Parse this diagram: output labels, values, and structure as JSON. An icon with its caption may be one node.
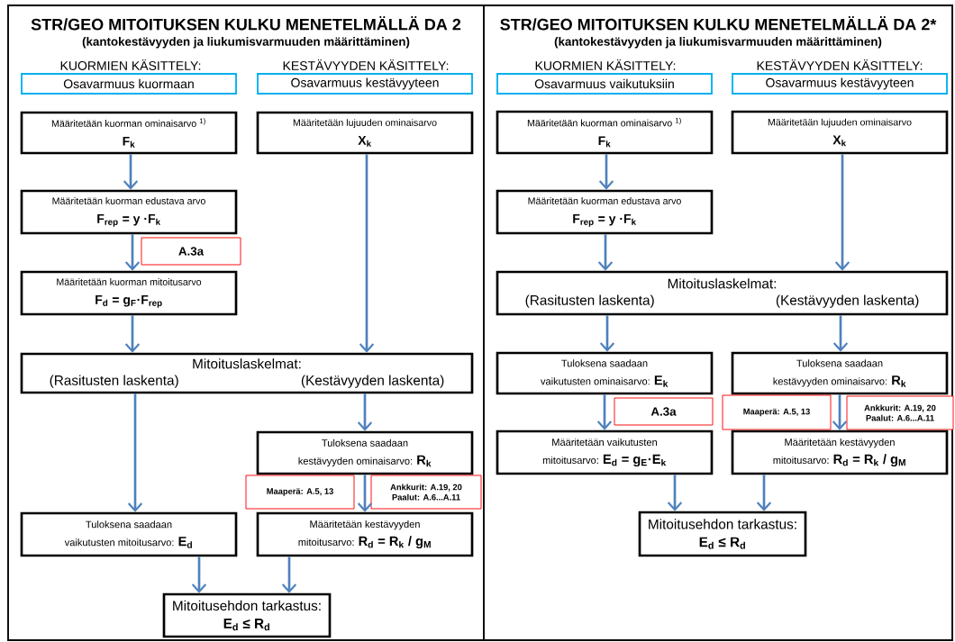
{
  "diagram": {
    "nodes": [
      {
        "text": [
          "STR/GEO MITOITUKSEN KULKU MENETELMÄLLÄ DA 2",
          "(kantokestävyyden ja liukumisvarmuuden määrittäminen)"
        ]
      },
      {
        "text": [
          "Osavarmuus kuormaan"
        ],
        "in": 0
      },
      {
        "text": [
          "Osavarmuus kestävyyteen"
        ],
        "in": 0
      },
      {
        "text": [
          "Määritetään kuorman ominaisarvo $^{1)}$",
          "F$_{k}$"
        ],
        "in": 0
      },
      {
        "text": [
          "Määritetään lujuuden ominaisarvo",
          "X$_{k}$"
        ],
        "in": 0
      },
      {
        "text": [
          "Määritetään kuorman edustava arvo",
          "F$_{rep}$ = y ·F$_{k}$"
        ],
        "in": 0
      },
      {
        "text": [
          "A.3a"
        ],
        "in": 0
      },
      {
        "text": [
          "Määritetään kuorman mitoitusarvo",
          "F$_{d}$ = g$_{F}$·F$_{rep}$"
        ],
        "in": 0
      },
      {
        "text": [
          "Mitoituslaskelmat:",
          "(Rasitusten laskenta)",
          "(Kestävyyden laskenta)"
        ],
        "in": 0
      },
      {
        "text": [
          "Tuloksena saadaan kestävyyden ominaisarvo:",
          "R$_{k}$"
        ],
        "in": 0
      },
      {
        "text": [
          "Maaperä: A.5, 13"
        ],
        "in": 0
      },
      {
        "text": [
          "Ankkurit: A.19, 20",
          "Paalut: A.6...A.11"
        ],
        "in": 0
      },
      {
        "text": [
          "Tuloksena saadaan vaikutusten mitoitusarvo:",
          "E$_{d}$"
        ],
        "in": 0
      },
      {
        "text": [
          "Määritetään kestävyyden mitoitusarvo:",
          "R$_{d}$ = R$_{k}$ / g$_{M}$"
        ],
        "in": 0
      },
      {
        "text": [
          "Mitoitusehdon tarkastus:",
          "E$_{d}$ ≤ R$_{d}$"
        ],
        "in": 0
      },
      {
        "text": [
          "STR/GEO MITOITUKSEN KULKU MENETELMÄLLÄ DA 2*",
          "(kantokestävyyden ja liukumisvarmuuden määrittäminen)"
        ]
      },
      {
        "text": [
          "Osavarmuus vaikutuksiin"
        ],
        "in": 15
      },
      {
        "text": [
          "Osavarmuus kestävyyteen"
        ],
        "in": 15
      },
      {
        "text": [
          "Määritetään kuorman ominaisarvo $^{1)}$",
          "F$_{k}$"
        ],
        "in": 15
      },
      {
        "text": [
          "Määritetään lujuuden ominaisarvo",
          "X$_{k}$"
        ],
        "in": 15
      },
      {
        "text": [
          "Määritetään kuorman edustava arvo",
          "F$_{rep}$ = y ·F$_{k}$"
        ],
        "in": 15
      },
      {
        "text": [
          "Mitoituslaskelmat:",
          "(Rasitusten laskenta)",
          "(Kestävyyden laskenta)"
        ],
        "in": 15
      },
      {
        "text": [
          "Tuloksena saadaan vaikutusten ominaisarvo:",
          "E$_{k}$"
        ],
        "in": 15
      },
      {
        "text": [
          "Tuloksena saadaan kestävyyden ominaisarvo:",
          "R$_{k}$"
        ],
        "in": 15
      },
      {
        "text": [
          "A.3a"
        ],
        "in": 15
      },
      {
        "text": [
          "Maaperä: A.5, 13"
        ],
        "in": 15
      },
      {
        "text": [
          "Ankkurit: A.19, 20",
          "Paalut: A.6...A.11"
        ],
        "in": 15
      },
      {
        "text": [
          "Määritetään vaikutusten mitoitusarvo:",
          "E$_{d}$ = g$_{E}$·E$_{k}$"
        ],
        "in": 15
      },
      {
        "text": [
          "Määritetään kestävyyden mitoitusarvo:",
          "R$_{d}$ = R$_{k}$ / g$_{M}$"
        ],
        "in": 15
      },
      {
        "text": [
          "Mitoitusehdon tarkastus:",
          "E$_{d}$ ≤ R$_{d}$"
        ],
        "in": 15
      }
    ],
    "edges": [
      {
        "from": 3,
        "to": 5,
        "arrow": "to"
      },
      {
        "from": 5,
        "to": 7,
        "arrow": "to"
      },
      {
        "from": 7,
        "to": 8,
        "arrow": "to"
      },
      {
        "from": 4,
        "to": 8,
        "arrow": "to"
      },
      {
        "from": 8,
        "to": 12,
        "arrow": "to"
      },
      {
        "from": 8,
        "to": 9,
        "arrow": "to"
      },
      {
        "from": 9,
        "to": 13,
        "arrow": "to"
      },
      {
        "from": 12,
        "to": 14,
        "arrow": "to"
      },
      {
        "from": 13,
        "to": 14,
        "arrow": "to"
      },
      {
        "from": 18,
        "to": 20,
        "arrow": "to"
      },
      {
        "from": 20,
        "to": 21,
        "arrow": "to"
      },
      {
        "from": 19,
        "to": 21,
        "arrow": "to"
      },
      {
        "from": 21,
        "to": 22,
        "arrow": "to"
      },
      {
        "from": 21,
        "to": 23,
        "arrow": "to"
      },
      {
        "from": 22,
        "to": 27,
        "arrow": "to"
      },
      {
        "from": 23,
        "to": 28,
        "arrow": "to"
      },
      {
        "from": 27,
        "to": 29,
        "arrow": "to"
      },
      {
        "from": 28,
        "to": 29,
        "arrow": "to"
      }
    ],
    "labels": [
      "KUORMIEN KÄSITTELY:",
      "KESTÄVYYDEN KÄSITTELY:",
      "KUORMIEN KÄSITTELY:",
      "KESTÄVYYDEN KÄSITTELY:"
    ]
  }
}
